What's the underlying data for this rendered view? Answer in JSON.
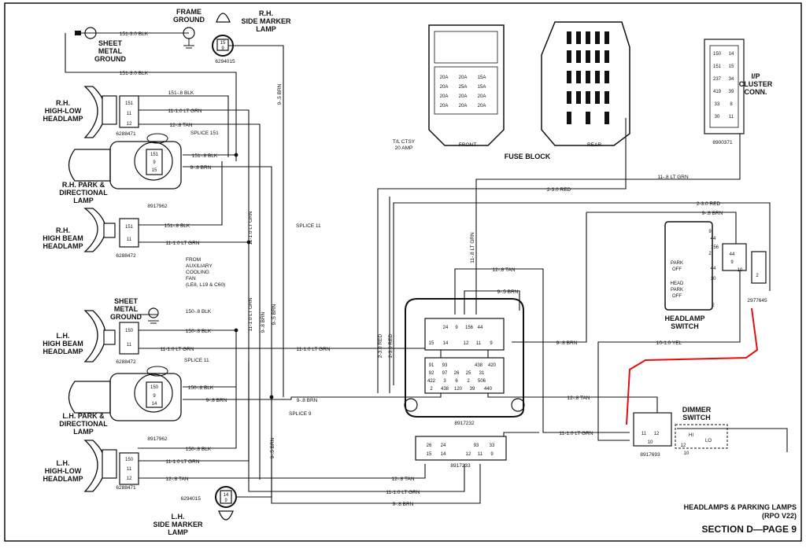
{
  "components": {
    "frame_ground": [
      "FRAME",
      "GROUND"
    ],
    "rh_side_marker": [
      "R.H.",
      "SIDE MARKER",
      "LAMP"
    ],
    "rh_side_marker_part": "6294015",
    "sheet_metal_ground_top": [
      "SHEET",
      "METAL",
      "GROUND"
    ],
    "rh_high_low": [
      "R.H.",
      "HIGH-LOW",
      "HEADLAMP"
    ],
    "rh_high_low_part": "6288471",
    "rh_park": [
      "R.H. PARK &",
      "DIRECTIONAL",
      "LAMP"
    ],
    "rh_park_part": "8917962",
    "rh_high_beam": [
      "R.H.",
      "HIGH BEAM",
      "HEADLAMP"
    ],
    "rh_high_beam_part": "6288472",
    "fan_note": [
      "FROM",
      "AUXILIARY",
      "COOLING",
      "FAN",
      "(LE8, L19 & C60)"
    ],
    "sheet_metal_ground_low": [
      "SHEET",
      "METAL",
      "GROUND"
    ],
    "lh_high_beam": [
      "L.H.",
      "HIGH BEAM",
      "HEADLAMP"
    ],
    "lh_high_beam_part": "6288472",
    "lh_park": [
      "L.H. PARK &",
      "DIRECTIONAL",
      "LAMP"
    ],
    "lh_park_part": "8917962",
    "lh_high_low": [
      "L.H.",
      "HIGH-LOW",
      "HEADLAMP"
    ],
    "lh_high_low_part": "6288471",
    "lh_side_marker": [
      "L.H.",
      "SIDE MARKER",
      "LAMP"
    ],
    "lh_side_marker_part": "6294015",
    "fuse_block": "FUSE BLOCK",
    "fuse_front": "FRONT",
    "fuse_rear": "REAR",
    "tl_ctsy": [
      "T/L CTSY",
      "20 AMP"
    ],
    "ip_cluster": [
      "I/P",
      "CLUSTER",
      "CONN."
    ],
    "ip_cluster_part": "8900371",
    "headlamp_switch": [
      "HEADLAMP",
      "SWITCH"
    ],
    "headlamp_switch_part": "2977645",
    "dimmer_switch": [
      "DIMMER",
      "SWITCH"
    ],
    "dimmer_part": "8917693",
    "bulkhead_part": "8917232",
    "bulkhead_part2": "8917233",
    "splices": [
      "SPLICE 151",
      "SPLICE 11",
      "SPLICE 11",
      "SPLICE 9"
    ]
  },
  "wires": {
    "w151_3_blk": "151-3.0 BLK",
    "w151_3_blk_b": "151-3.0 BLK",
    "w151_8_blk": "151-.8 BLK",
    "w11_lt_grn": "11-1.0 LT GRN",
    "w12_tan": "12-.8 TAN",
    "w151_8_blk_b": "151-.8 BLK",
    "w9_brn": "9-.8 BRN",
    "w151_8_blk_c": "151-.8 BLK",
    "w11_lt_grn_b": "11-1.0 LT GRN",
    "w150_blk_a": "150-.8 BLK",
    "w150_blk_b": "150-.8 BLK",
    "w11_lt_grn_c": "11-1.0 LT GRN",
    "w11_lt_grn_mid": "11-1.0 LT GRN",
    "w150_blk_c": "150-.8 BLK",
    "w9_brn_b": "9-.8 BRN",
    "w9_brn_mid": "9-.8 BRN",
    "w150_blk_d": "150-.8 BLK",
    "w11_lt_grn_d": "11-1.0 LT GRN",
    "w12_tan_b": "12-.8 TAN",
    "w12_tan_c": "12-.8 TAN",
    "w12_tan_bot": "12-.8 TAN",
    "w11_lt_grn_bot": "11-1.0 LT GRN",
    "w9_brn_bot": "9-.8 BRN",
    "w9_5_brn_v": "9-.5 BRN",
    "w11_lt_grn_v1": "11-1.0 LT GRN",
    "w11_lt_grn_v2": "11-1.0 LT GRN",
    "w9_brn_v": "9-.8 BRN",
    "w9_5_brn_v2": "9-.5 BRN",
    "w9_5_brn_v3": "9-.5 BRN",
    "w11_8_lt_grn": "11-.8 LT GRN",
    "w2_red": "2-3.0 RED",
    "w2_red_b": "2-3.0 RED",
    "w9_brn_sw": "9-.8 BRN",
    "w11_8_lt_grn_v": "11-.8 LT GRN",
    "w12_tan_top": "12-.8 TAN",
    "w9_5_brn_top": "9-.5 BRN",
    "w9_brn_right": "9-.8 BRN",
    "w10_yel": "10-1.0 YEL",
    "w12_tan_right": "12-.8 TAN",
    "w11_lt_grn_right": "11-1.0 LT GRN",
    "w2_red_v": "2-3.0 RED",
    "w2_red_v2": "2-3.0 RED"
  },
  "pins": {
    "rh_hl": [
      "151",
      "11",
      "12"
    ],
    "rh_park": [
      "151",
      "9",
      "15"
    ],
    "rh_hb": [
      "151",
      "11"
    ],
    "lh_hb": [
      "150",
      "11"
    ],
    "lh_park": [
      "150",
      "9",
      "14"
    ],
    "lh_hl": [
      "150",
      "11",
      "12"
    ],
    "side_rh": [
      "15",
      "9"
    ],
    "side_lh": [
      "14",
      "9"
    ],
    "bulk_top": [
      "24",
      "9",
      "156",
      "44"
    ],
    "bulk_r2": [
      "15",
      "14",
      "12",
      "11",
      "9"
    ],
    "bulk_r3": [
      "91",
      "93",
      "438",
      "420"
    ],
    "bulk_r4": [
      "92",
      "97",
      "26",
      "25",
      "31"
    ],
    "bulk_r5": [
      "422",
      "3",
      "6",
      "2",
      "506"
    ],
    "bulk_r6": [
      "2",
      "438",
      "120",
      "39",
      "440"
    ],
    "b2_r1": [
      "26",
      "24",
      "93",
      "33"
    ],
    "b2_r2": [
      "15",
      "14",
      "12",
      "11",
      "9"
    ],
    "ip": [
      "150",
      "14",
      "151",
      "15",
      "237",
      "34",
      "419",
      "39",
      "33",
      "8",
      "30",
      "11"
    ],
    "hs_pins": [
      "9",
      "44",
      "156",
      "2",
      "44",
      "10",
      "2"
    ],
    "hs_conn": [
      "44",
      "9",
      "10",
      "2"
    ],
    "hs_labels": [
      "PARK",
      "OFF",
      "HEAD",
      "PARK",
      "OFF"
    ],
    "dim_pins": [
      "11",
      "12",
      "10"
    ],
    "dim_labels": [
      "HI",
      "LO"
    ],
    "dim_side": [
      "12",
      "10"
    ],
    "fuse_front": [
      "20A",
      "20A",
      "15A",
      "20A",
      "25A",
      "15A",
      "20A",
      "20A",
      "20A",
      "20A",
      "20A",
      "20A"
    ]
  },
  "footer": {
    "title": [
      "HEADLAMPS & PARKING LAMPS",
      "(RPO V22)"
    ],
    "section": "SECTION D—PAGE 9"
  },
  "colors": {
    "ink": "#111111",
    "highlight_wire": "#e01010"
  }
}
